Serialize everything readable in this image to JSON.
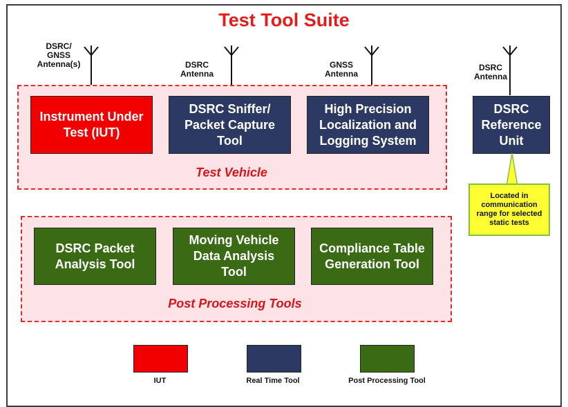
{
  "title": "Test Tool Suite",
  "antennas": {
    "iut": "DSRC/\nGNSS\nAntenna(s)",
    "sniffer": "DSRC\nAntenna",
    "gnss": "GNSS\nAntenna",
    "reference": "DSRC\nAntenna"
  },
  "groups": {
    "test_vehicle": "Test Vehicle",
    "post_processing": "Post Processing Tools"
  },
  "boxes": {
    "iut": "Instrument Under Test (IUT)",
    "sniffer": "DSRC Sniffer/ Packet Capture Tool",
    "localization": "High Precision Localization and Logging System",
    "reference": "DSRC Reference Unit",
    "packet_analysis": "DSRC Packet Analysis Tool",
    "moving_vehicle": "Moving Vehicle Data Analysis Tool",
    "compliance": "Compliance Table Generation Tool"
  },
  "callout": "Located in communication range for selected static tests",
  "legend": {
    "iut": "IUT",
    "real_time": "Real Time Tool",
    "post_processing": "Post Processing Tool"
  },
  "colors": {
    "iut": "#f20000",
    "real_time": "#2c3a63",
    "post_processing": "#3a6a14",
    "title": "#e31c1c",
    "callout": "#ffff33"
  }
}
